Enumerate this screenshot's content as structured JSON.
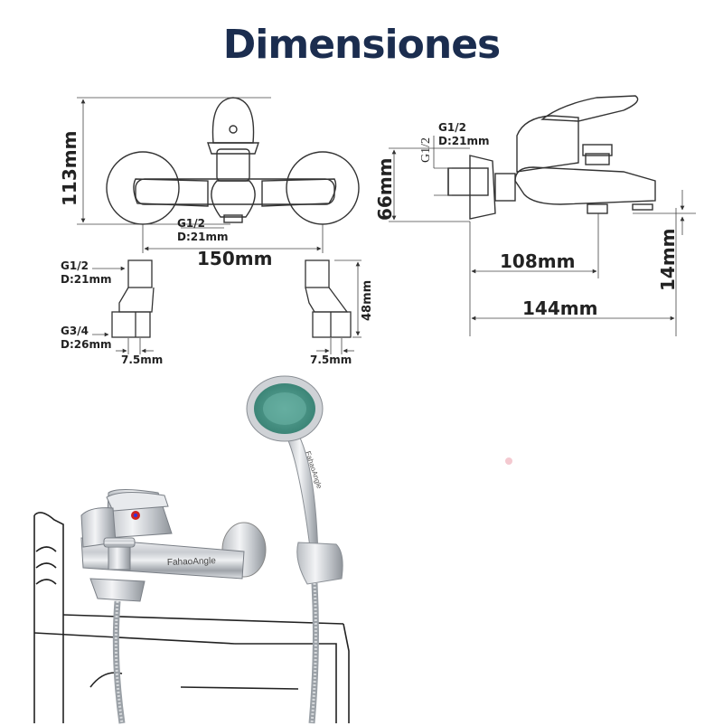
{
  "title": "Dimensiones",
  "front_view": {
    "height_label": "113mm",
    "width_label": "150mm",
    "thread": "G1/2",
    "diameter": "D:21mm"
  },
  "side_view": {
    "thread_rotated": "G1/2",
    "thread": "G1/2",
    "diameter": "D:21mm",
    "height_label": "66mm",
    "length_short_label": "108mm",
    "length_long_label": "144mm",
    "outlet_label": "14mm"
  },
  "connectors": {
    "top_thread": "G1/2",
    "top_diameter": "D:21mm",
    "bottom_thread": "G3/4",
    "bottom_diameter": "D:26mm",
    "height_label": "48mm",
    "left_offset_label": "7.5mm",
    "right_offset_label": "7.5mm"
  },
  "photo": {
    "brand": "FahaoAngle",
    "handshower_brand": "FahaoAngle"
  }
}
